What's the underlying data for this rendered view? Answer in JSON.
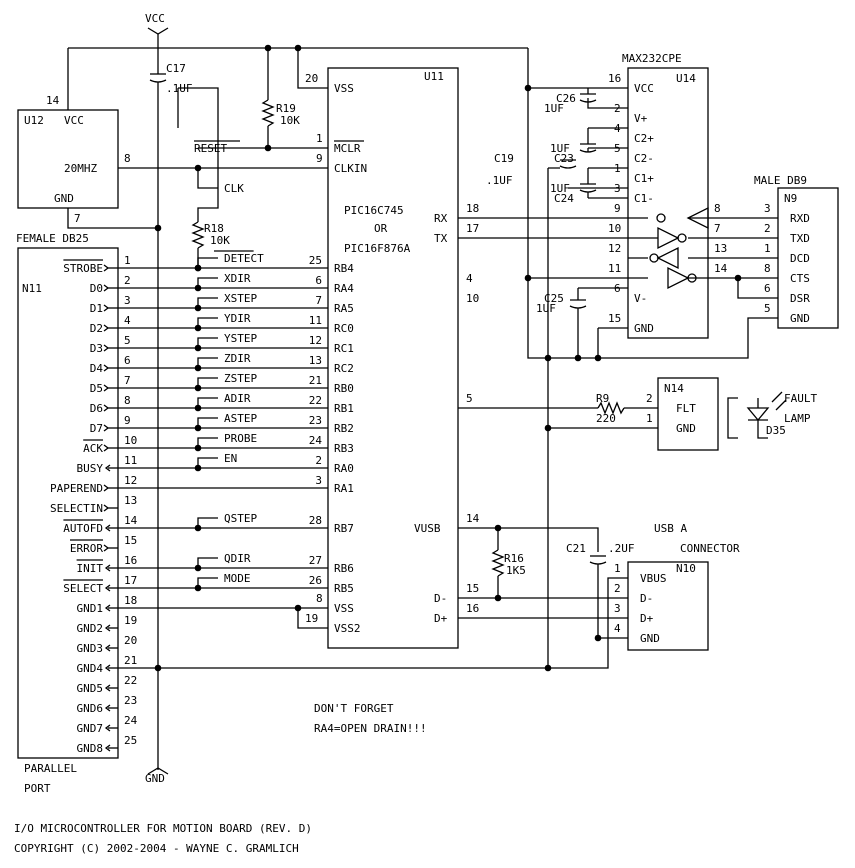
{
  "power": {
    "vcc": "VCC",
    "gnd": "GND"
  },
  "title": {
    "line1": "I/O MICROCONTROLLER FOR MOTION BOARD (REV. D)",
    "line2": "COPYRIGHT (C) 2002-2004 - WAYNE C. GRAMLICH"
  },
  "note": {
    "line1": "DON'T FORGET",
    "line2": "RA4=OPEN DRAIN!!!"
  },
  "u12": {
    "ref": "U12",
    "vcc": "VCC",
    "freq": "20MHZ",
    "gnd": "GND",
    "pin14": "14",
    "pin8": "8",
    "pin7": "7"
  },
  "u11": {
    "ref": "U11",
    "part1": "PIC16C745",
    "or": "OR",
    "part2": "PIC16F876A",
    "rx": "RX",
    "tx": "TX",
    "vusb": "VUSB",
    "dminus": "D-",
    "dplus": "D+",
    "pin20": "20",
    "vss": "VSS",
    "pin1": "1",
    "mclr": "MCLR",
    "pin9": "9",
    "clkin": "CLKIN",
    "pin18": "18",
    "pin17": "17",
    "pin4": "4",
    "pin10": "10",
    "pin5": "5",
    "pin14": "14",
    "pin15": "15",
    "pin16": "16",
    "pin8": "8",
    "vss_b": "VSS",
    "pin19": "19",
    "vss2": "VSS2"
  },
  "net": {
    "reset": "RESET",
    "clk": "CLK"
  },
  "c17": {
    "ref": "C17",
    "val": ".1UF"
  },
  "r19": {
    "ref": "R19",
    "val": "10K"
  },
  "r18": {
    "ref": "R18",
    "val": "10K"
  },
  "c19": {
    "ref": "C19",
    "val": ".1UF"
  },
  "r9": {
    "ref": "R9",
    "val": "220"
  },
  "r16": {
    "ref": "R16",
    "val": "1K5"
  },
  "c21": {
    "ref": "C21",
    "val": ".2UF"
  },
  "max": {
    "part": "MAX232CPE",
    "ref": "U14",
    "vcc": "VCC",
    "vplus": "V+",
    "c2p": "C2+",
    "c2m": "C2-",
    "c1p": "C1+",
    "c1m": "C1-",
    "vminus": "V-",
    "gnd": "GND",
    "p16": "16",
    "p2": "2",
    "p4": "4",
    "p5": "5",
    "p1": "1",
    "p3": "3",
    "p9": "9",
    "p10": "10",
    "p12": "12",
    "p11": "11",
    "p6": "6",
    "p15": "15",
    "p8": "8",
    "p7": "7",
    "p13": "13",
    "p14": "14"
  },
  "caps": {
    "c26": "C26",
    "c26v": "1UF",
    "c23": "C23",
    "c23v": "1UF",
    "c24": "C24",
    "c24v": "1UF",
    "c25": "C25",
    "c25v": "1UF"
  },
  "db9": {
    "title": "MALE DB9",
    "ref": "N9",
    "pins": [
      {
        "num": "3",
        "label": "RXD"
      },
      {
        "num": "2",
        "label": "TXD"
      },
      {
        "num": "1",
        "label": "DCD"
      },
      {
        "num": "8",
        "label": "CTS"
      },
      {
        "num": "6",
        "label": "DSR"
      },
      {
        "num": "5",
        "label": "GND"
      }
    ]
  },
  "n14": {
    "ref": "N14",
    "flt": "FLT",
    "gnd": "GND",
    "p2": "2",
    "p1": "1"
  },
  "lamp": {
    "fault": "FAULT",
    "lamp": "LAMP",
    "ref": "D35"
  },
  "usb": {
    "title": "USB A",
    "connector": "CONNECTOR",
    "ref": "N10",
    "pins": [
      {
        "num": "1",
        "label": "VBUS"
      },
      {
        "num": "2",
        "label": "D-"
      },
      {
        "num": "3",
        "label": "D+"
      },
      {
        "num": "4",
        "label": "GND"
      }
    ]
  },
  "db25": {
    "title": "FEMALE DB25",
    "ref": "N11",
    "footer1": "PARALLEL",
    "footer2": "PORT",
    "pins": [
      {
        "label": "STROBE",
        "num": "1"
      },
      {
        "label": "D0",
        "num": "2"
      },
      {
        "label": "D1",
        "num": "3"
      },
      {
        "label": "D2",
        "num": "4"
      },
      {
        "label": "D3",
        "num": "5"
      },
      {
        "label": "D4",
        "num": "6"
      },
      {
        "label": "D5",
        "num": "7"
      },
      {
        "label": "D6",
        "num": "8"
      },
      {
        "label": "D7",
        "num": "9"
      },
      {
        "label": "ACK",
        "num": "10"
      },
      {
        "label": "BUSY",
        "num": "11"
      },
      {
        "label": "PAPEREND",
        "num": "12"
      },
      {
        "label": "SELECTIN",
        "num": "13"
      },
      {
        "label": "AUTOFD",
        "num": "14"
      },
      {
        "label": "ERROR",
        "num": "15"
      },
      {
        "label": "INIT",
        "num": "16"
      },
      {
        "label": "SELECT",
        "num": "17"
      },
      {
        "label": "GND1",
        "num": "18"
      },
      {
        "label": "GND2",
        "num": "19"
      },
      {
        "label": "GND3",
        "num": "20"
      },
      {
        "label": "GND4",
        "num": "21"
      },
      {
        "label": "GND5",
        "num": "22"
      },
      {
        "label": "GND6",
        "num": "23"
      },
      {
        "label": "GND7",
        "num": "24"
      },
      {
        "label": "GND8",
        "num": "25"
      }
    ]
  },
  "picPins": [
    {
      "net": "DETECT",
      "num": "25",
      "port": "RB4"
    },
    {
      "net": "XDIR",
      "num": "6",
      "port": "RA4"
    },
    {
      "net": "XSTEP",
      "num": "7",
      "port": "RA5"
    },
    {
      "net": "YDIR",
      "num": "11",
      "port": "RC0"
    },
    {
      "net": "YSTEP",
      "num": "12",
      "port": "RC1"
    },
    {
      "net": "ZDIR",
      "num": "13",
      "port": "RC2"
    },
    {
      "net": "ZSTEP",
      "num": "21",
      "port": "RB0"
    },
    {
      "net": "ADIR",
      "num": "22",
      "port": "RB1"
    },
    {
      "net": "ASTEP",
      "num": "23",
      "port": "RB2"
    },
    {
      "net": "PROBE",
      "num": "24",
      "port": "RB3"
    },
    {
      "net": "EN",
      "num": "2",
      "port": "RA0"
    },
    {
      "net": "",
      "num": "3",
      "port": "RA1"
    },
    {
      "net": "QSTEP",
      "num": "28",
      "port": "RB7"
    },
    {
      "net": "QDIR",
      "num": "27",
      "port": "RB6"
    },
    {
      "net": "MODE",
      "num": "26",
      "port": "RB5"
    }
  ]
}
